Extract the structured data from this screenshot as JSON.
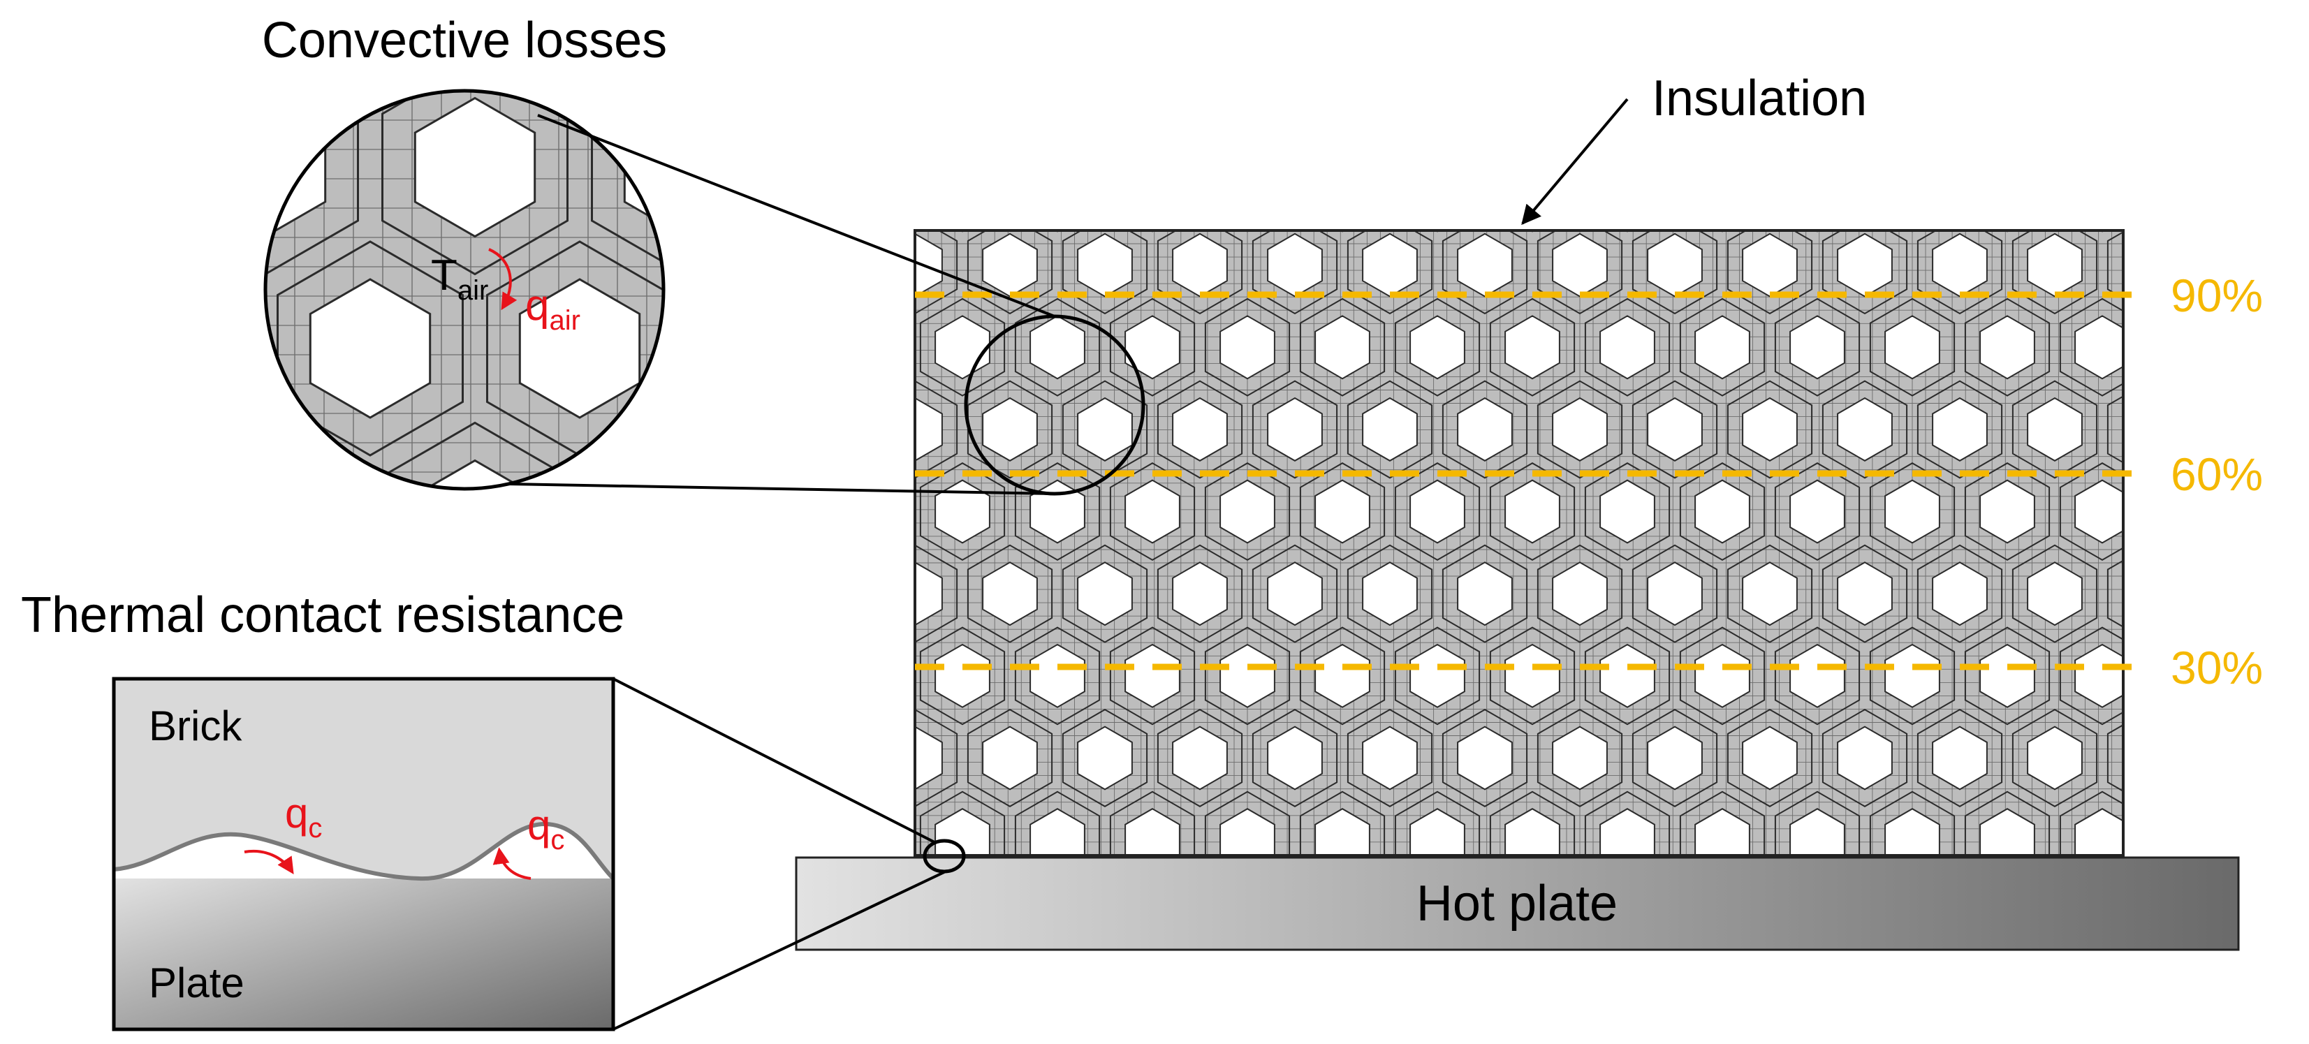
{
  "labels": {
    "convective_title": "Convective losses",
    "thermal_title": "Thermal contact resistance",
    "insulation": "Insulation",
    "hot_plate": "Hot plate",
    "brick": "Brick",
    "plate": "Plate",
    "t_air_main": "T",
    "t_air_sub": "air",
    "q_air_main": "q",
    "q_air_sub": "air",
    "qc1_main": "q",
    "qc1_sub": "c",
    "qc2_main": "q",
    "qc2_sub": "c"
  },
  "levels": [
    {
      "label": "90%"
    },
    {
      "label": "60%"
    },
    {
      "label": "30%"
    }
  ],
  "colors": {
    "level_line": "#F5B800",
    "heat_flux": "#E8131B",
    "mesh_fill": "#BDBDBD",
    "mesh_line": "#2b2b2b",
    "plate_light": "#d6d6d6",
    "plate_dark": "#6e6e6e",
    "brick_bg": "#d9d9d9"
  }
}
